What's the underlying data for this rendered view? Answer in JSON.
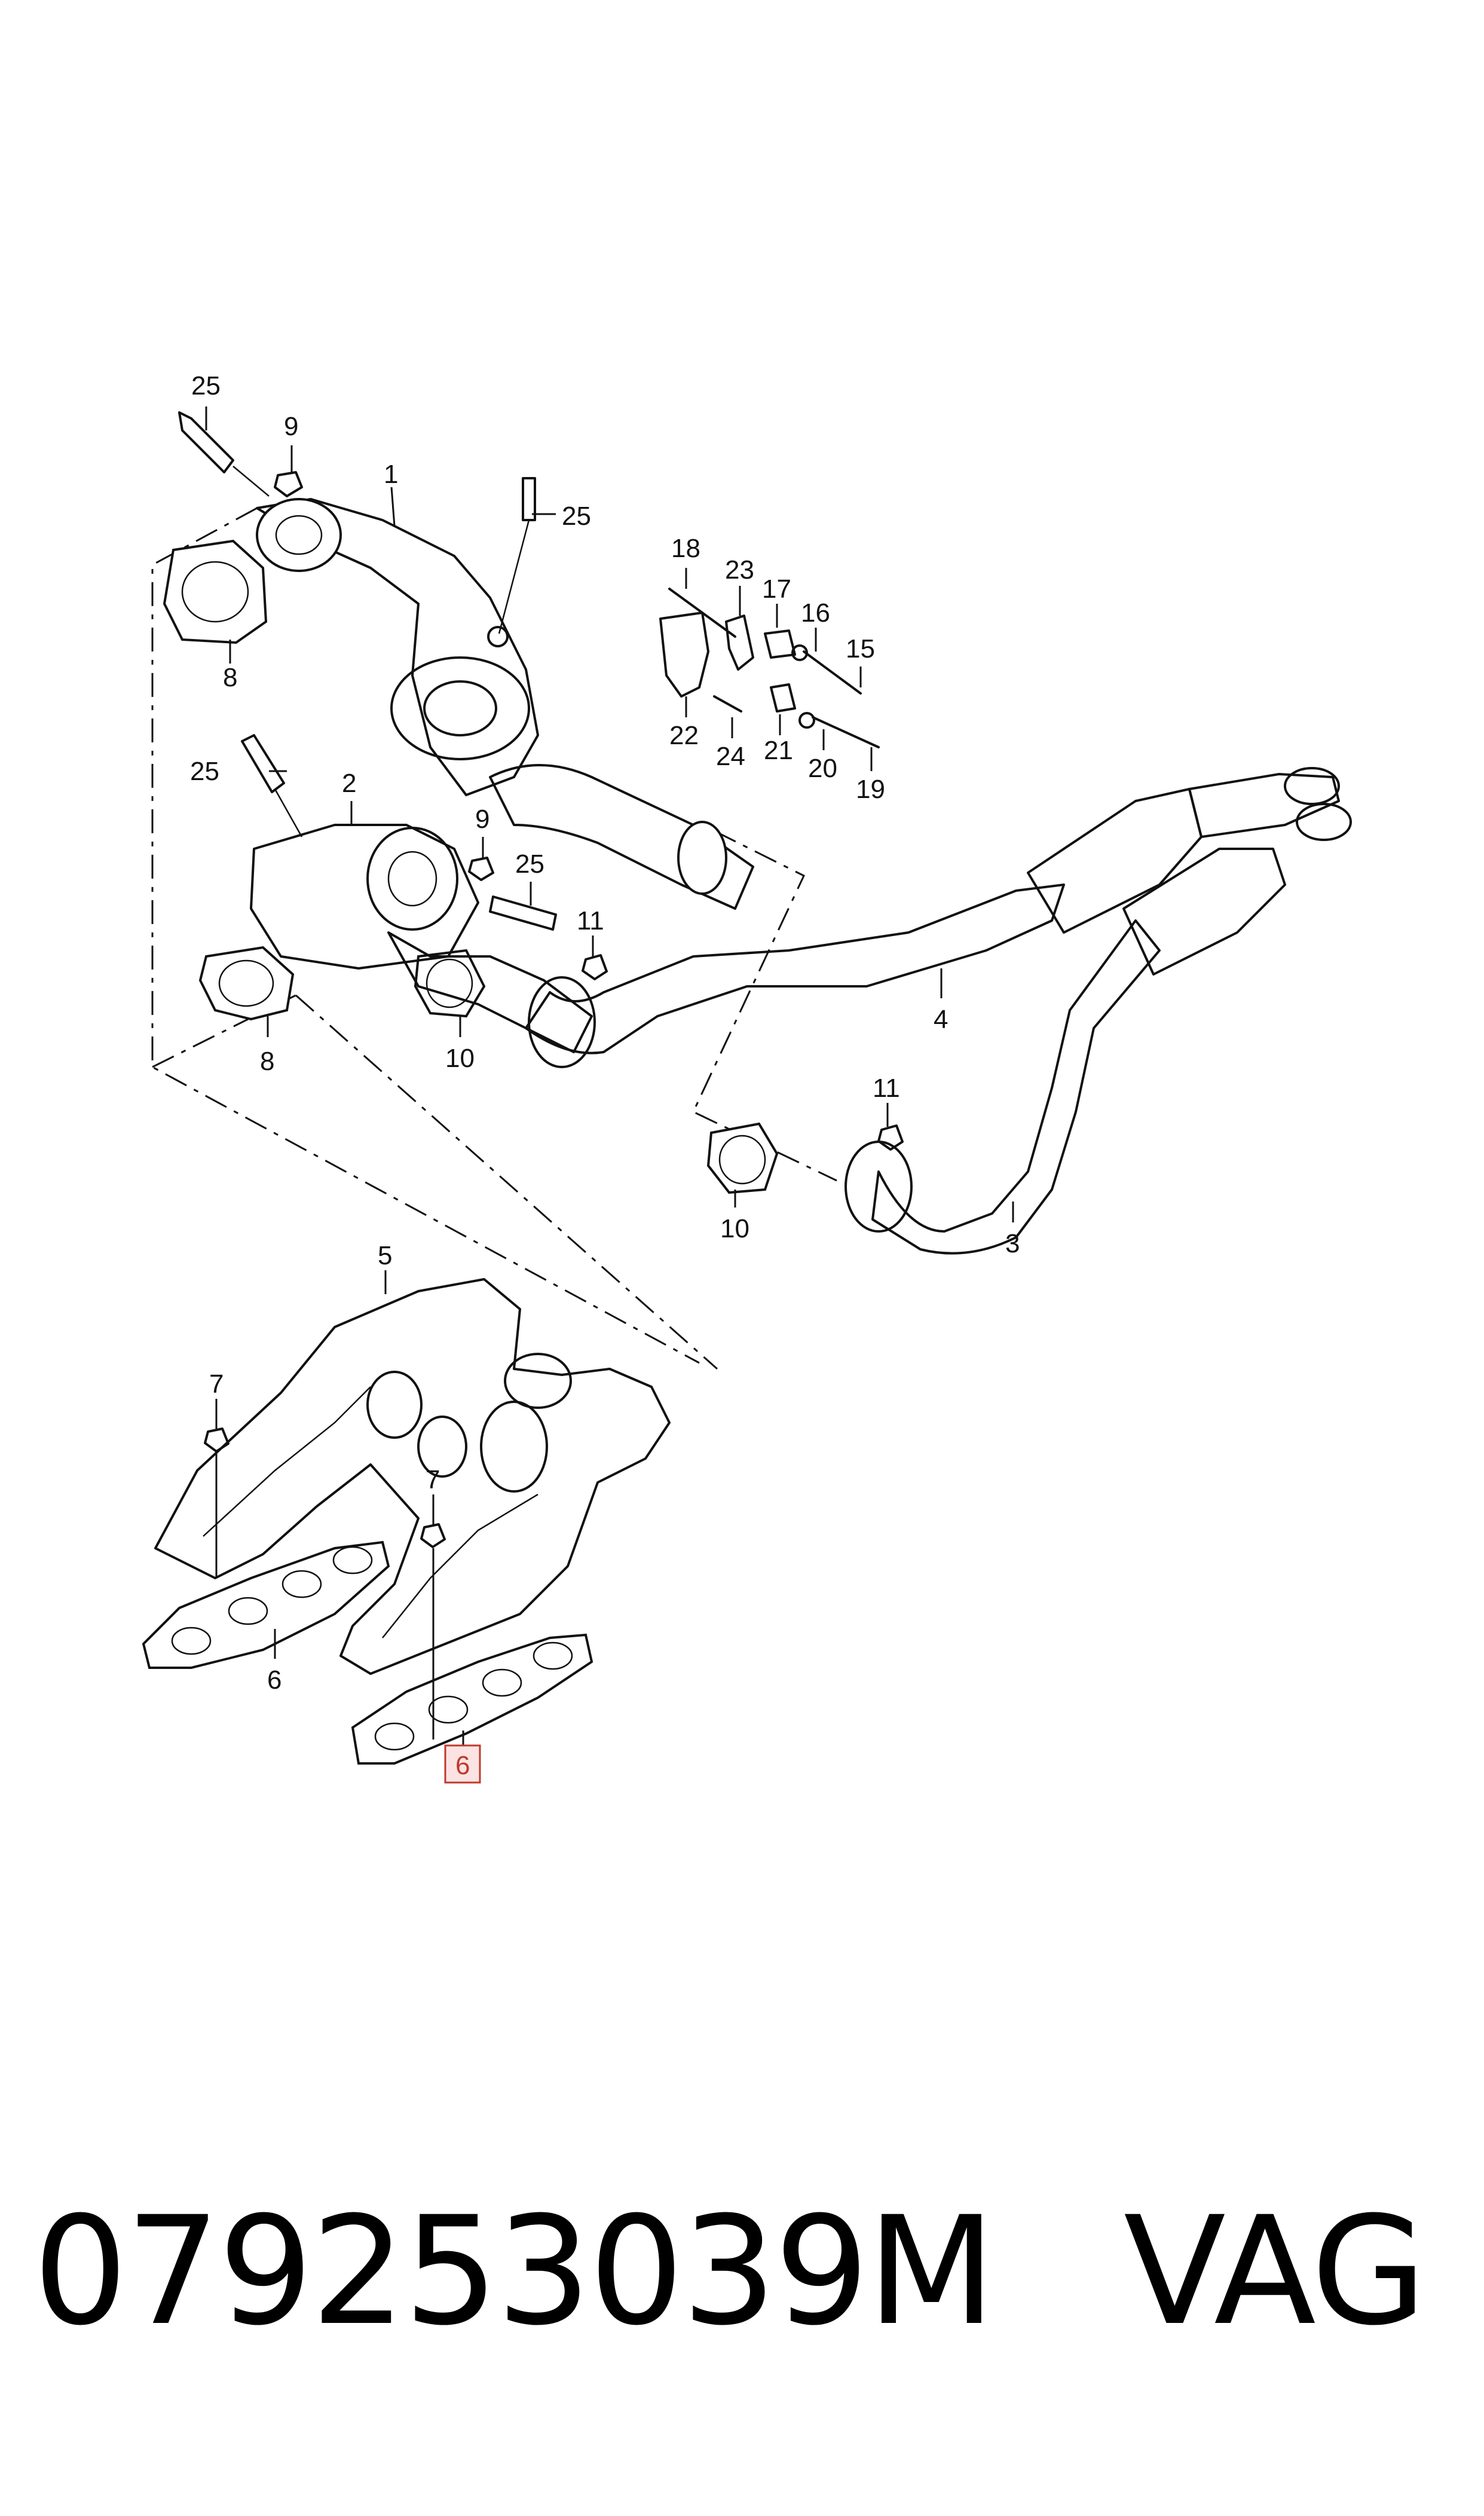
{
  "diagram": {
    "callouts": [
      {
        "id": "c25a",
        "label": "25"
      },
      {
        "id": "c9a",
        "label": "9"
      },
      {
        "id": "c1",
        "label": "1"
      },
      {
        "id": "c25b",
        "label": "25"
      },
      {
        "id": "c8a",
        "label": "8"
      },
      {
        "id": "c18",
        "label": "18"
      },
      {
        "id": "c23",
        "label": "23"
      },
      {
        "id": "c17",
        "label": "17"
      },
      {
        "id": "c16",
        "label": "16"
      },
      {
        "id": "c15",
        "label": "15"
      },
      {
        "id": "c22",
        "label": "22"
      },
      {
        "id": "c24",
        "label": "24"
      },
      {
        "id": "c21",
        "label": "21"
      },
      {
        "id": "c20",
        "label": "20"
      },
      {
        "id": "c19",
        "label": "19"
      },
      {
        "id": "c25c",
        "label": "25"
      },
      {
        "id": "c2",
        "label": "2"
      },
      {
        "id": "c9b",
        "label": "9"
      },
      {
        "id": "c25d",
        "label": "25"
      },
      {
        "id": "c11a",
        "label": "11"
      },
      {
        "id": "c8b",
        "label": "8"
      },
      {
        "id": "c10a",
        "label": "10"
      },
      {
        "id": "c4",
        "label": "4"
      },
      {
        "id": "c11b",
        "label": "11"
      },
      {
        "id": "c10b",
        "label": "10"
      },
      {
        "id": "c3",
        "label": "3"
      },
      {
        "id": "c5",
        "label": "5"
      },
      {
        "id": "c7a",
        "label": "7"
      },
      {
        "id": "c7b",
        "label": "7"
      },
      {
        "id": "c6a",
        "label": "6"
      },
      {
        "id": "c6b",
        "label": "6"
      }
    ],
    "highlighted_callout": "6",
    "highlight_color": "#c0392b"
  },
  "caption": {
    "part_number": "079253039M",
    "brand": "VAG"
  }
}
